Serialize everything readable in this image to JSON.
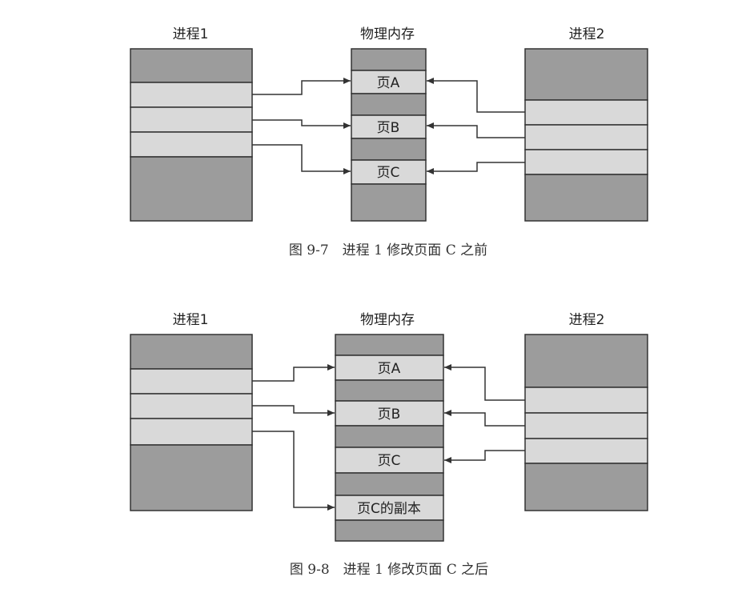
{
  "figure1": {
    "process1_label": "进程1",
    "memory_label": "物理内存",
    "process2_label": "进程2",
    "pages": [
      "页A",
      "页B",
      "页C"
    ],
    "caption": "图 9-7　进程 1 修改页面 C 之前"
  },
  "figure2": {
    "process1_label": "进程1",
    "memory_label": "物理内存",
    "process2_label": "进程2",
    "pages": [
      "页A",
      "页B",
      "页C",
      "页C的副本"
    ],
    "caption": "图 9-8　进程 1 修改页面 C 之后"
  }
}
